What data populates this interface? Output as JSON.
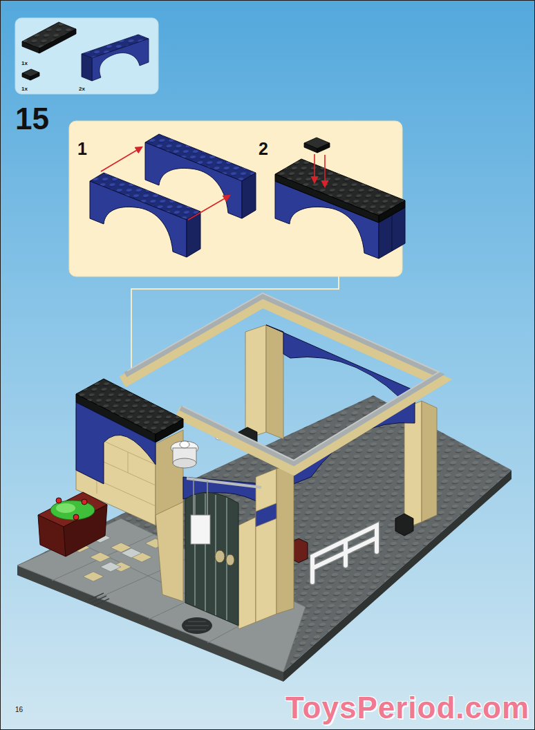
{
  "diagram": {
    "nodes": [
      {
        "text": [
          "1x",
          "1x",
          "2x"
        ]
      },
      {
        "text": [
          "1",
          "2"
        ]
      }
    ],
    "labels": [
      "15",
      "16",
      "ToysPeriod.com"
    ]
  }
}
